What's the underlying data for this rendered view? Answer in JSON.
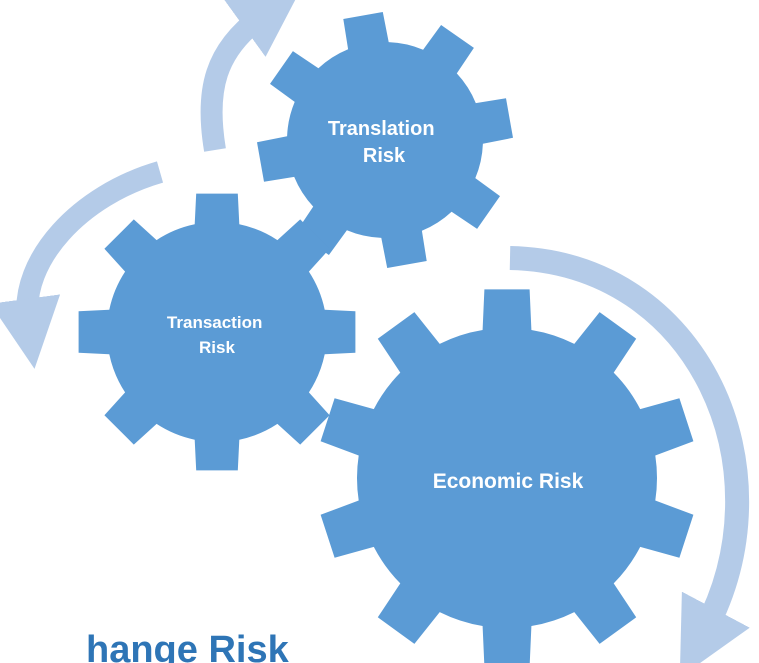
{
  "diagram": {
    "colors": {
      "gear": "#5b9bd5",
      "arrow": "#b4cbe8",
      "label": "#ffffff",
      "footer_title": "#2e75b6"
    },
    "gears": [
      {
        "id": "translation",
        "label_lines": [
          "Translation",
          "Risk"
        ]
      },
      {
        "id": "transaction",
        "label_lines": [
          "Transaction",
          "Risk"
        ]
      },
      {
        "id": "economic",
        "label_lines": [
          "Economic Risk"
        ]
      }
    ],
    "arrows": [
      {
        "id": "arrow-transaction-to-translation",
        "from": "transaction",
        "to": "translation"
      },
      {
        "id": "arrow-translation-to-transaction",
        "from": "translation",
        "to": "transaction"
      },
      {
        "id": "arrow-translation-to-economic",
        "from": "translation",
        "to": "economic"
      }
    ],
    "footer_title": "hange Risk"
  }
}
